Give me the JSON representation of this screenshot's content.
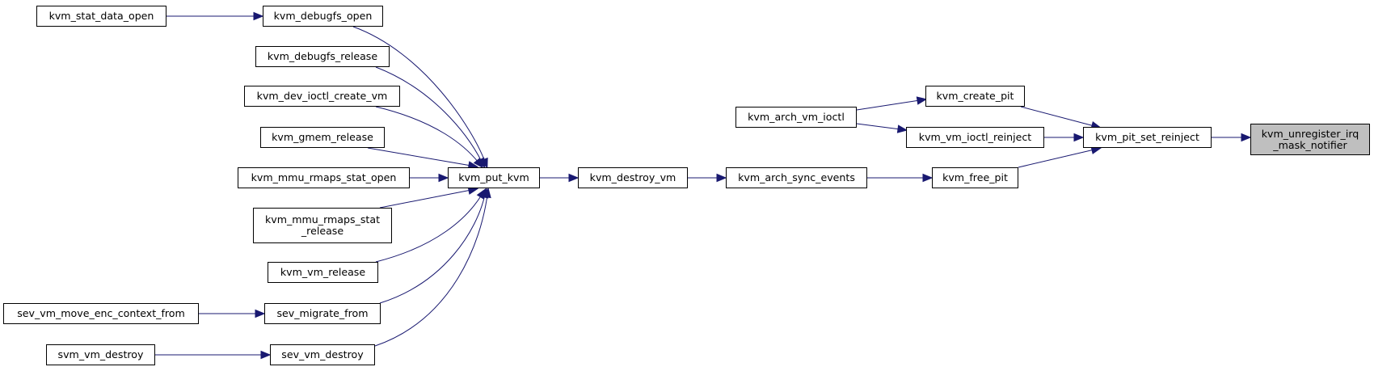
{
  "colors": {
    "edge": "#191970",
    "node_border": "#000000",
    "node_fill": "#ffffff",
    "current_fill": "#bfbfbf"
  },
  "nodes": {
    "kvm_stat_data_open": "kvm_stat_data_open",
    "kvm_debugfs_open": "kvm_debugfs_open",
    "kvm_debugfs_release": "kvm_debugfs_release",
    "kvm_dev_ioctl_create_vm": "kvm_dev_ioctl_create_vm",
    "kvm_gmem_release": "kvm_gmem_release",
    "kvm_mmu_rmaps_stat_open": "kvm_mmu_rmaps_stat_open",
    "kvm_mmu_rmaps_stat_release": "kvm_mmu_rmaps_stat\n_release",
    "kvm_vm_release": "kvm_vm_release",
    "sev_vm_move_enc_context_from": "sev_vm_move_enc_context_from",
    "sev_migrate_from": "sev_migrate_from",
    "svm_vm_destroy": "svm_vm_destroy",
    "sev_vm_destroy": "sev_vm_destroy",
    "kvm_put_kvm": "kvm_put_kvm",
    "kvm_destroy_vm": "kvm_destroy_vm",
    "kvm_arch_sync_events": "kvm_arch_sync_events",
    "kvm_arch_vm_ioctl": "kvm_arch_vm_ioctl",
    "kvm_create_pit": "kvm_create_pit",
    "kvm_vm_ioctl_reinject": "kvm_vm_ioctl_reinject",
    "kvm_free_pit": "kvm_free_pit",
    "kvm_pit_set_reinject": "kvm_pit_set_reinject",
    "kvm_unregister_irq_mask_notifier": "kvm_unregister_irq\n_mask_notifier"
  },
  "edges": [
    [
      "kvm_stat_data_open",
      "kvm_debugfs_open"
    ],
    [
      "kvm_debugfs_open",
      "kvm_put_kvm"
    ],
    [
      "kvm_debugfs_release",
      "kvm_put_kvm"
    ],
    [
      "kvm_dev_ioctl_create_vm",
      "kvm_put_kvm"
    ],
    [
      "kvm_gmem_release",
      "kvm_put_kvm"
    ],
    [
      "kvm_mmu_rmaps_stat_open",
      "kvm_put_kvm"
    ],
    [
      "kvm_mmu_rmaps_stat_release",
      "kvm_put_kvm"
    ],
    [
      "kvm_vm_release",
      "kvm_put_kvm"
    ],
    [
      "sev_vm_move_enc_context_from",
      "sev_migrate_from"
    ],
    [
      "sev_migrate_from",
      "kvm_put_kvm"
    ],
    [
      "svm_vm_destroy",
      "sev_vm_destroy"
    ],
    [
      "sev_vm_destroy",
      "kvm_put_kvm"
    ],
    [
      "kvm_put_kvm",
      "kvm_destroy_vm"
    ],
    [
      "kvm_destroy_vm",
      "kvm_arch_sync_events"
    ],
    [
      "kvm_arch_sync_events",
      "kvm_free_pit"
    ],
    [
      "kvm_arch_vm_ioctl",
      "kvm_create_pit"
    ],
    [
      "kvm_arch_vm_ioctl",
      "kvm_vm_ioctl_reinject"
    ],
    [
      "kvm_create_pit",
      "kvm_pit_set_reinject"
    ],
    [
      "kvm_vm_ioctl_reinject",
      "kvm_pit_set_reinject"
    ],
    [
      "kvm_free_pit",
      "kvm_pit_set_reinject"
    ],
    [
      "kvm_pit_set_reinject",
      "kvm_unregister_irq_mask_notifier"
    ]
  ]
}
